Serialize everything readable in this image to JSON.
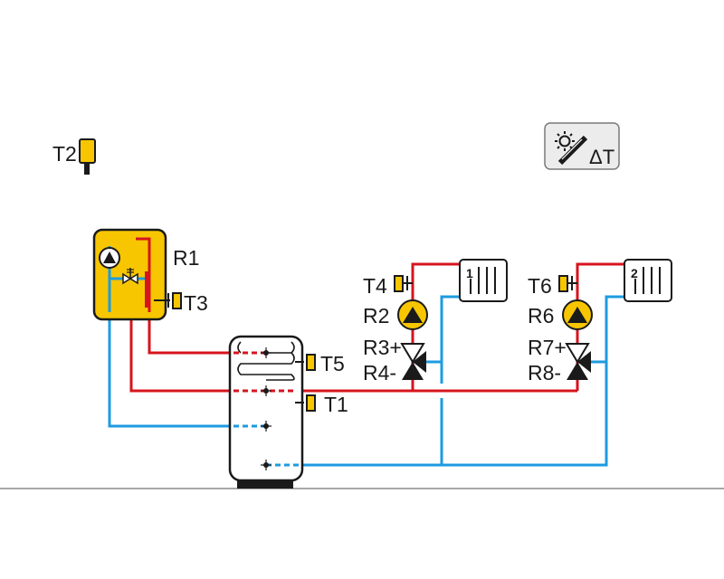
{
  "labels": {
    "t2": "T2",
    "r1": "R1",
    "t3": "T3",
    "t5": "T5",
    "t1": "T1",
    "t4": "T4",
    "r2": "R2",
    "r3": "R3+",
    "r4": "R4-",
    "t6": "T6",
    "r6": "R6",
    "r7": "R7+",
    "r8": "R8-"
  },
  "controller": {
    "delta": "ΔT",
    "icon": "solar-delta-t-icon"
  },
  "radiators": {
    "first": "1",
    "second": "2"
  },
  "colors": {
    "supply": "#d7141e",
    "return": "#1e9be0",
    "sensor": "#f7c600",
    "boiler": "#f7c600",
    "line": "#1a1a1a",
    "floor": "#8a8a8a"
  }
}
